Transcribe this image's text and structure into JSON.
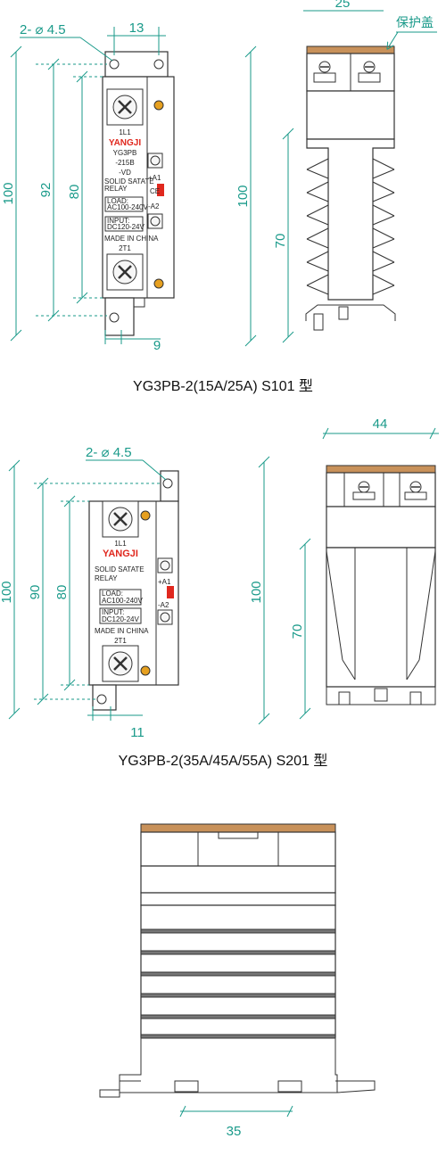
{
  "diagram1": {
    "dims": {
      "holes": "2- ⌀ 4.5",
      "pitch": "13",
      "total_height": "100",
      "hole_pitch": "92",
      "body_height": "80",
      "tab_width": "9",
      "side_height": "100",
      "heatsink_height": "70",
      "top_width": "25"
    },
    "cover_label": "保护盖",
    "device": {
      "terminal_top": "1L1",
      "brand": "YANGJI",
      "model_line1": "YG3PB",
      "model_line2": "-215B",
      "model_line3": "-VD",
      "type_line1": "SOLID SATATE",
      "type_line2": "RELAY",
      "ce_mark": "CE",
      "plus_a1": "+A1",
      "minus_a2": "-A2",
      "load_line1": "LOAD:",
      "load_line2": "AC100-240V",
      "input_line1": "INPUT:",
      "input_line2": "DC120-24V",
      "made_in": "MADE IN CHINA",
      "terminal_bottom": "2T1"
    },
    "caption": "YG3PB-2(15A/25A) S101 型"
  },
  "diagram2": {
    "dims": {
      "holes": "2- ⌀ 4.5",
      "total_height": "100",
      "hole_pitch": "90",
      "body_height": "80",
      "tab_width": "11",
      "side_height": "100",
      "heatsink_height": "70",
      "top_width": "44"
    },
    "device": {
      "terminal_top": "1L1",
      "brand": "YANGJI",
      "type_line1": "SOLID SATATE",
      "type_line2": "RELAY",
      "plus_a1": "+A1",
      "minus_a2": "-A2",
      "load_line1": "LOAD:",
      "load_line2": "AC100-240V",
      "input_line1": "INPUT:",
      "input_line2": "DC120-24V",
      "made_in": "MADE IN CHINA",
      "terminal_bottom": "2T1"
    },
    "caption": "YG3PB-2(35A/45A/55A) S201 型"
  },
  "diagram3": {
    "dims": {
      "width": "35"
    }
  },
  "colors": {
    "dimension": "#1a9a8a",
    "cover": "#c8915a",
    "brand_red": "#e0281e",
    "outline": "#333333"
  }
}
